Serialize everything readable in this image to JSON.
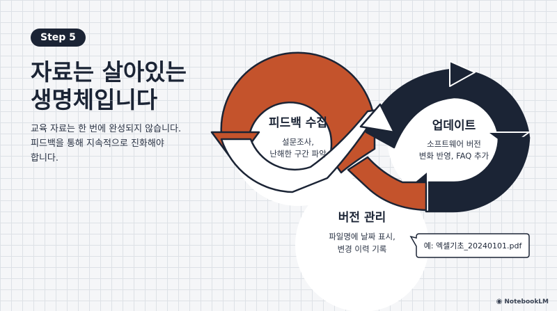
{
  "step_label": "Step 5",
  "title_lines": [
    "자료는 살아있는",
    "생명체입니다"
  ],
  "description_lines": [
    "교육 자료는 한 번에 완성되지 않습니다.",
    "피드백을 통해 지속적으로 진화해야",
    "합니다."
  ],
  "nodes": {
    "feedback": {
      "title": "피드백 수집",
      "lines": [
        "설문조사,",
        "난해한 구간 파악"
      ]
    },
    "update": {
      "title": "업데이트",
      "lines": [
        "소프트웨어 버전",
        "변화 반영, FAQ 추가"
      ]
    },
    "version": {
      "title": "버전 관리",
      "lines": [
        "파일명에 날짜 표시,",
        "변경 이력 기록"
      ]
    }
  },
  "callout": "예: 엑셀기초_20240101.pdf",
  "footer": {
    "brand": "NotebookLM",
    "logo_icon": "notebooklm-logo-icon"
  },
  "colors": {
    "navy": "#1b2435",
    "orange": "#c4532c",
    "white": "#ffffff"
  }
}
